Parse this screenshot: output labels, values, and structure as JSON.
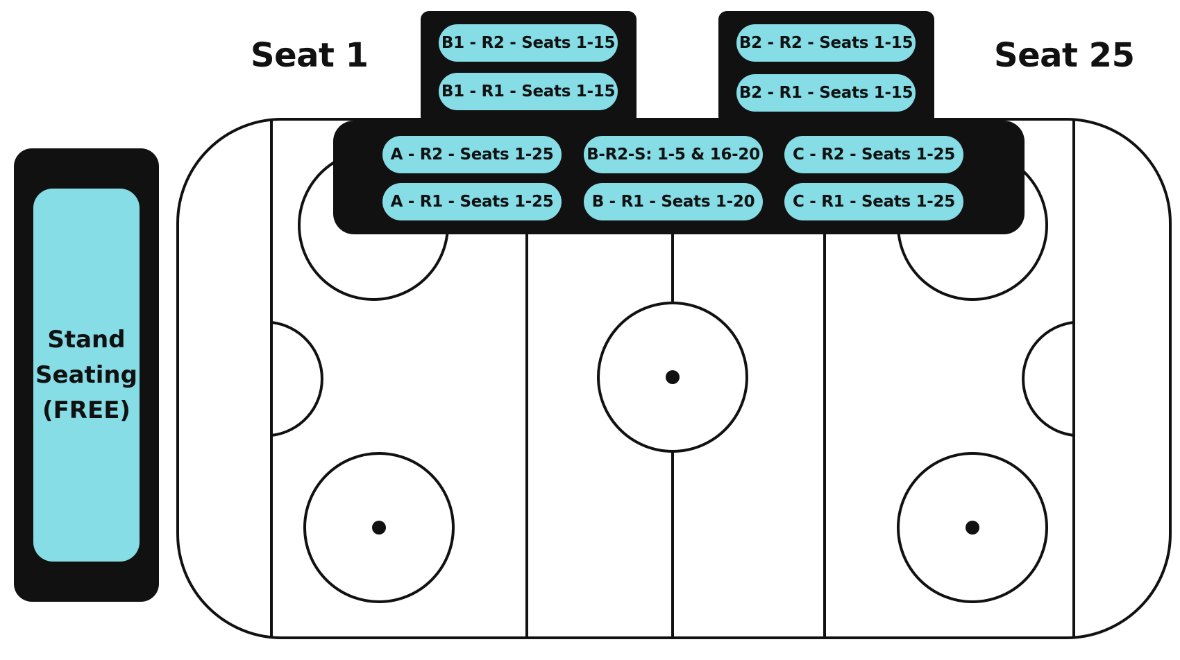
{
  "colors": {
    "pill": "#86dde6",
    "block": "#111111",
    "rink_line": "#111111",
    "background": "#ffffff"
  },
  "labels": {
    "seat_left": "Seat 1",
    "seat_right": "Seat 25"
  },
  "stand": {
    "lines": [
      "Stand",
      "Seating",
      "(FREE)"
    ]
  },
  "sections": {
    "b1": {
      "r2": "B1 - R2 - Seats 1-15",
      "r1": "B1 - R1 - Seats 1-15"
    },
    "b2": {
      "r2": "B2 - R2 - Seats 1-15",
      "r1": "B2 - R1 - Seats 1-15"
    },
    "a": {
      "r2": "A - R2 - Seats 1-25",
      "r1": "A - R1 - Seats 1-25"
    },
    "b": {
      "r2": "B-R2-S: 1-5 & 16-20",
      "r1": "B - R1 - Seats 1-20"
    },
    "c": {
      "r2": "C - R2 - Seats 1-25",
      "r1": "C - R1 - Seats 1-25"
    }
  }
}
